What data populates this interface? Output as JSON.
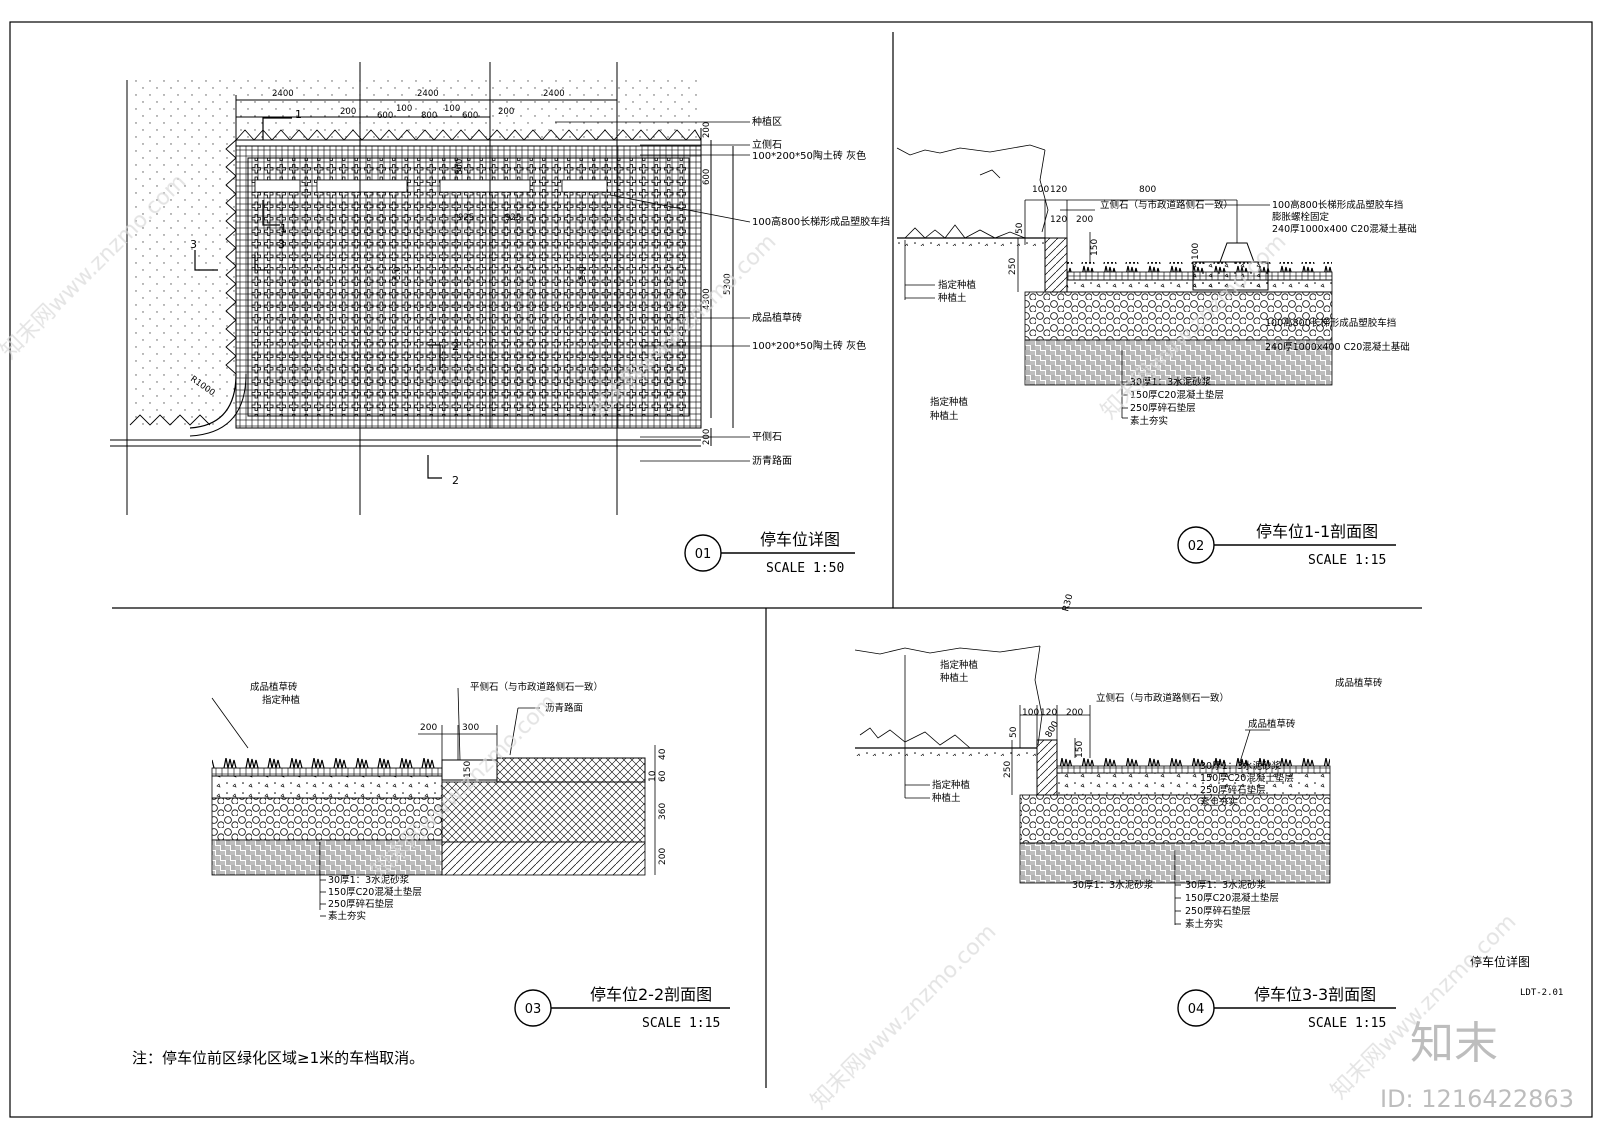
{
  "details": [
    {
      "number": "01",
      "title": "停车位详图",
      "scale": "SCALE 1:50"
    },
    {
      "number": "02",
      "title": "停车位1-1剖面图",
      "scale": "SCALE 1:15"
    },
    {
      "number": "03",
      "title": "停车位2-2剖面图",
      "scale": "SCALE 1:15"
    },
    {
      "number": "04",
      "title": "停车位3-3剖面图",
      "scale": "SCALE 1:15"
    }
  ],
  "plan": {
    "dims_top": [
      "2400",
      "2400",
      "2400"
    ],
    "dims_sub": [
      "200",
      "600",
      "100",
      "800",
      "100",
      "600",
      "200"
    ],
    "dims_right": [
      "200",
      "600",
      "5300",
      "4300",
      "200"
    ],
    "dims_inner": [
      "800",
      "925",
      "925",
      "5.0",
      "5.0"
    ],
    "radius": "R1000",
    "section_marks": [
      "1",
      "1",
      "3",
      "3",
      "2",
      "2"
    ],
    "labels": [
      "种植区",
      "立侧石",
      "100*200*50陶土砖 灰色",
      "100高800长梯形成品塑胶车挡",
      "成品植草砖",
      "100*200*50陶土砖 灰色",
      "平侧石",
      "沥青路面"
    ]
  },
  "sec1": {
    "dims": [
      "100",
      "120",
      "800",
      "120",
      "200",
      "50",
      "150",
      "250",
      "100"
    ],
    "top_labels": [
      "立侧石（与市政道路侧石一致）",
      "100高800长梯形成品塑胶车挡",
      "膨胀螺栓固定",
      "240厚1000x400 C20混凝土基础"
    ],
    "left_labels": [
      "指定种植",
      "种植土"
    ],
    "overlap_labels": [
      "100高800长梯形成品塑胶车挡",
      "240厚1000x400 C20混凝土基础"
    ],
    "plain_labels": [
      "指定种植",
      "种植土"
    ],
    "layers": [
      "30厚1：3水泥砂浆",
      "150厚C20混凝土垫层",
      "250厚碎石垫层",
      "素土夯实"
    ]
  },
  "sec2": {
    "labels": [
      "成品植草砖",
      "指定种植",
      "平侧石（与市政道路侧石一致）",
      "沥青路面"
    ],
    "dims": [
      "200",
      "300",
      "150",
      "40",
      "60",
      "10",
      "360",
      "200"
    ],
    "layers": [
      "30厚1：3水泥砂浆",
      "150厚C20混凝土垫层",
      "250厚碎石垫层",
      "素土夯实"
    ]
  },
  "sec3": {
    "top_labels": [
      "指定种植",
      "种植土",
      "立侧石（与市政道路侧石一致）",
      "成品植草砖",
      "成品植草砖"
    ],
    "dims": [
      "100",
      "120",
      "200",
      "50",
      "800",
      "150",
      "250",
      "R30"
    ],
    "left_labels": [
      "指定种植",
      "种植土"
    ],
    "overlap_labels": [
      "30厚1：3水泥砂浆",
      "150厚C20混凝土垫层",
      "250厚碎石垫层",
      "素土夯实"
    ],
    "layers": [
      "30厚1：3水泥砂浆",
      "30厚1：3水泥砂浆",
      "150厚C20混凝土垫层",
      "250厚碎石垫层",
      "素土夯实"
    ]
  },
  "note": "注：停车位前区绿化区域≥1米的车档取消。",
  "sheet": {
    "title": "停车位详图",
    "code": "LDT-2.01"
  },
  "brand": {
    "logo": "知末",
    "id": "ID: 1216422863",
    "watermark": "知末网www.znzmo.com"
  }
}
